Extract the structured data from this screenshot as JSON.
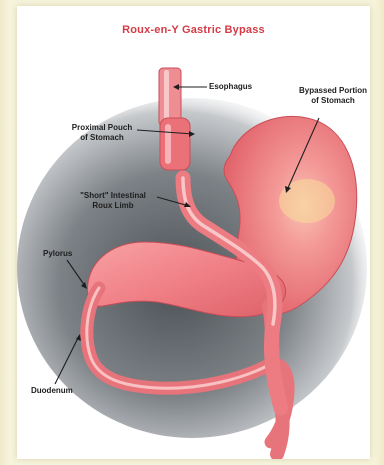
{
  "title": "Roux-en-Y Gastric Bypass",
  "labels": {
    "esophagus": "Esophagus",
    "bypassed_line1": "Bypassed Portion",
    "bypassed_line2": "of Stomach",
    "proximal_line1": "Proximal Pouch",
    "proximal_line2": "of Stomach",
    "roux_line1": "\"Short\" Intestinal",
    "roux_line2": "Roux Limb",
    "pylorus": "Pylorus",
    "duodenum": "Duodenum"
  },
  "colors": {
    "title": "#d43b46",
    "tissue": "#f07f86",
    "tissue_light": "#f8c2c2",
    "tissue_dark": "#d95a63",
    "shadow": "#7f8489",
    "yellow_highlight": "#f7dc9a"
  }
}
